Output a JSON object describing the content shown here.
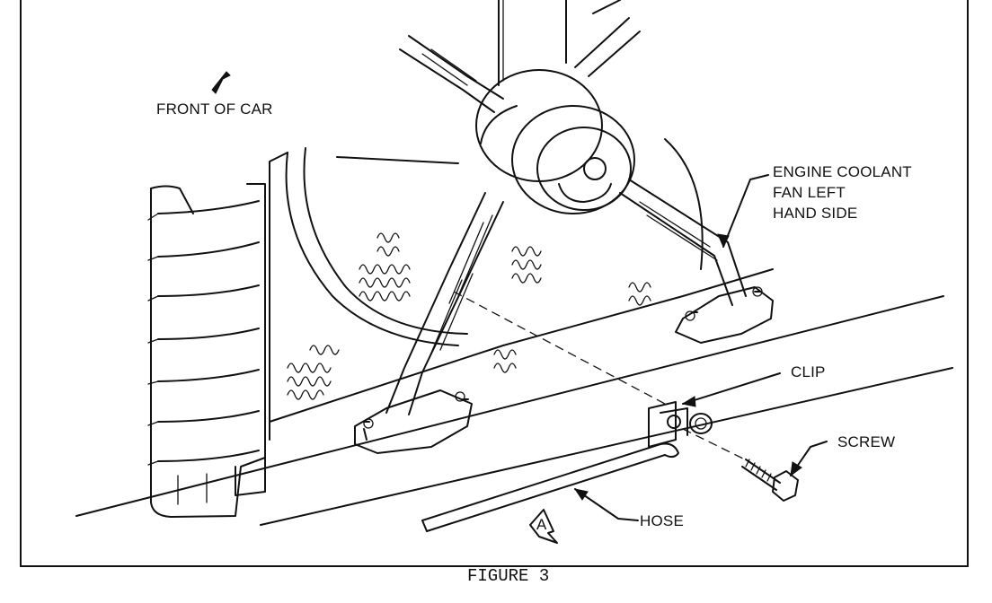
{
  "caption": "FIGURE 3",
  "labels": {
    "front_of_car": "FRONT OF CAR",
    "fan_line1": "ENGINE COOLANT",
    "fan_line2": "FAN LEFT",
    "fan_line3": "HAND SIDE",
    "clip": "CLIP",
    "screw": "SCREW",
    "hose": "HOSE",
    "view_marker": "A"
  },
  "icons": {
    "front_arrow": "arrow-icon",
    "view_marker": "view-arrow-icon"
  }
}
